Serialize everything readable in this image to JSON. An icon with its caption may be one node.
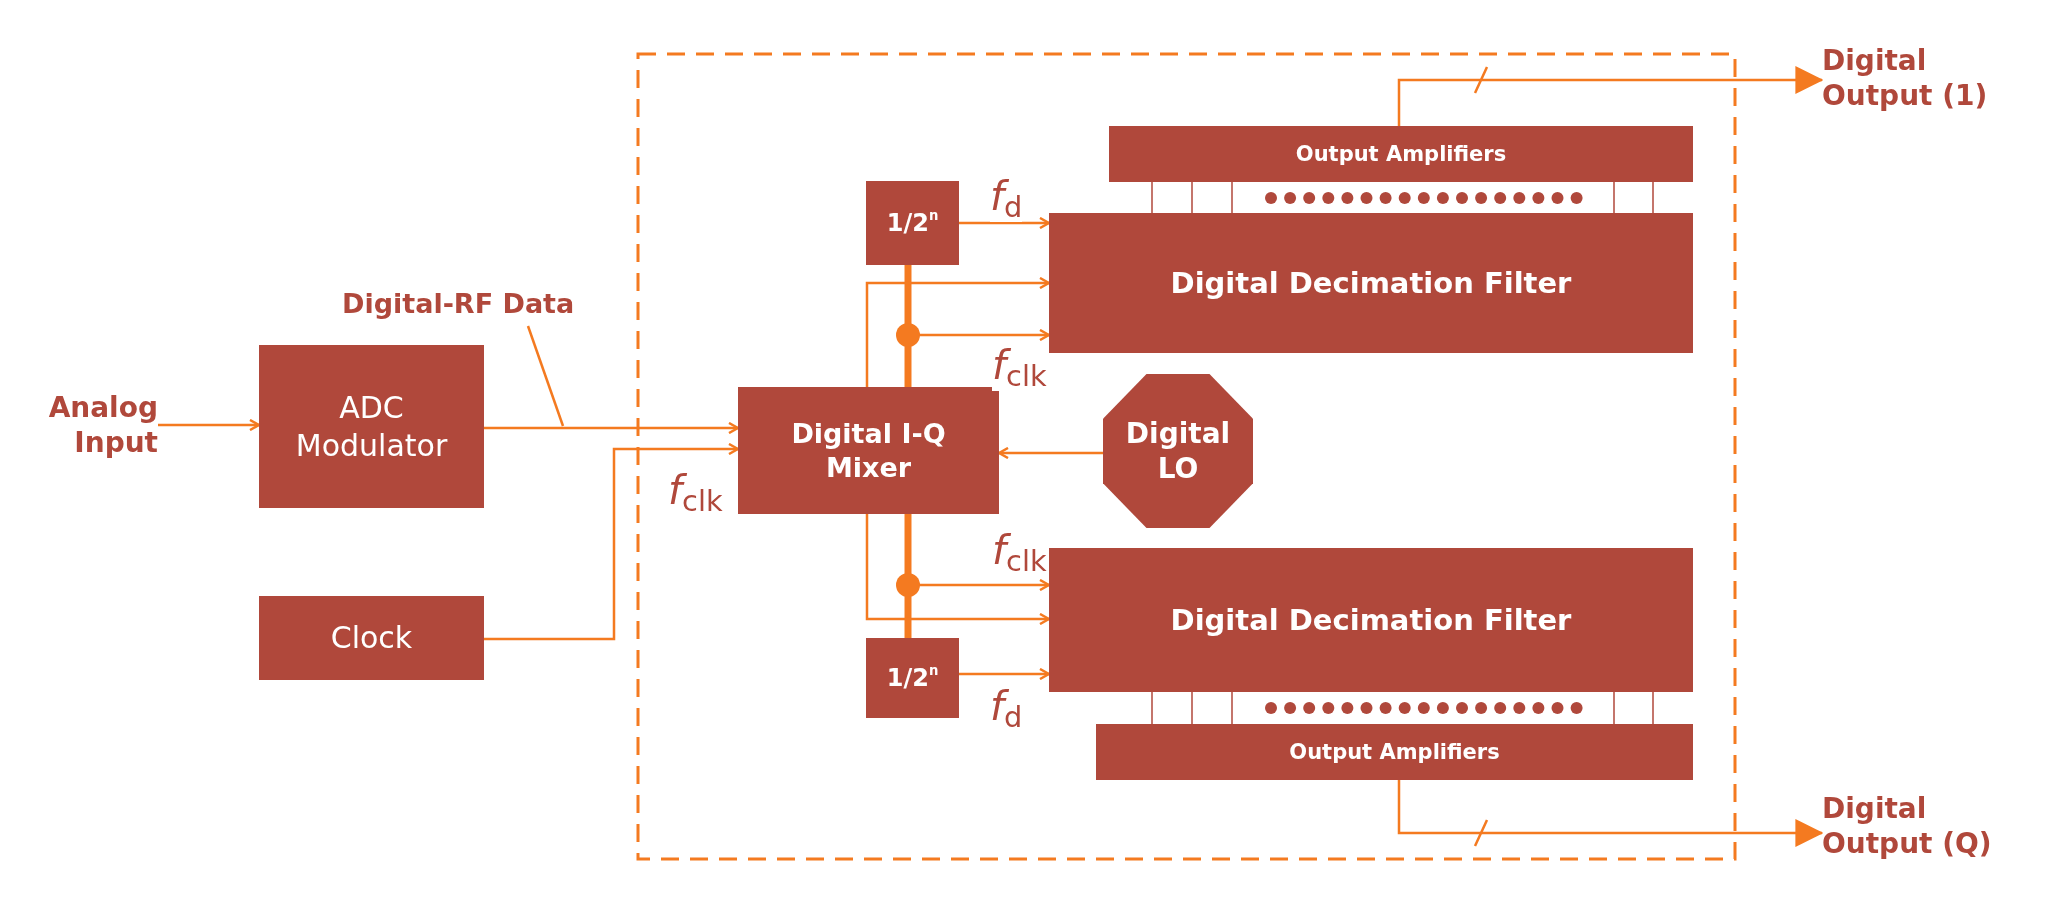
{
  "diagram": {
    "nodes": [
      {
        "text": [
          "Analog Input"
        ]
      },
      {
        "text": [
          "ADC Modulator"
        ]
      },
      {
        "text": [
          "Clock"
        ]
      },
      {
        "text": [],
        "shape": "box"
      },
      {
        "text": [
          "Digital I-Q Mixer"
        ],
        "in": 3
      },
      {
        "text": [
          "1/2$^{n}$"
        ],
        "in": 3
      },
      {
        "text": [
          "Output Amplifiers"
        ],
        "in": 3
      },
      {
        "text": [
          "Digital Decimation Filter"
        ],
        "in": 3
      },
      {
        "text": [
          "Digital LO"
        ],
        "in": 3
      },
      {
        "text": [
          "Digital Decimation Filter"
        ],
        "in": 3
      },
      {
        "text": [
          "Output Amplifiers"
        ],
        "in": 3
      },
      {
        "text": [
          "1/2$^{n}$"
        ],
        "in": 3
      },
      {
        "text": [
          "Digital Output (1)"
        ]
      },
      {
        "text": [
          "Digital Output (Q)"
        ]
      }
    ],
    "edges": [
      {
        "from": 0,
        "to": 1,
        "arrow": "to"
      },
      {
        "from": 1,
        "to": 4,
        "arrow": "to",
        "label": "Digital-RF Data"
      },
      {
        "from": 2,
        "to": 4,
        "arrow": "to",
        "label": "*f*$_{clk}$"
      },
      {
        "from": 8,
        "to": 4,
        "arrow": "to"
      },
      {
        "from": 4,
        "to": 5,
        "arrow": "none",
        "style": "thick"
      },
      {
        "from": 4,
        "to": 7,
        "arrow": "to",
        "label": "*f*$_{clk}$"
      },
      {
        "from": 4,
        "to": 7,
        "arrow": "to"
      },
      {
        "from": 5,
        "to": 7,
        "arrow": "to",
        "label": "*f*$_{d}$"
      },
      {
        "from": 4,
        "to": 11,
        "arrow": "none",
        "style": "thick"
      },
      {
        "from": 4,
        "to": 9,
        "arrow": "to",
        "label": "*f*$_{clk}$"
      },
      {
        "from": 4,
        "to": 9,
        "arrow": "to"
      },
      {
        "from": 11,
        "to": 9,
        "arrow": "to",
        "label": "*f*$_{d}$"
      },
      {
        "from": 6,
        "to": 12,
        "arrow": "to"
      },
      {
        "from": 10,
        "to": 13,
        "arrow": "to"
      },
      {
        "from": 7,
        "to": 6,
        "arrow": "none",
        "color": "#b0483b"
      },
      {
        "from": 7,
        "to": 6,
        "arrow": "none",
        "color": "#b0483b"
      },
      {
        "from": 7,
        "to": 6,
        "arrow": "none",
        "color": "#b0483b"
      },
      {
        "from": 7,
        "to": 6,
        "arrow": "none",
        "color": "#b0483b"
      },
      {
        "from": 7,
        "to": 6,
        "arrow": "none",
        "color": "#b0483b"
      },
      {
        "from": 9,
        "to": 10,
        "arrow": "none",
        "color": "#b0483b"
      },
      {
        "from": 9,
        "to": 10,
        "arrow": "none",
        "color": "#b0483b"
      },
      {
        "from": 9,
        "to": 10,
        "arrow": "none",
        "color": "#b0483b"
      },
      {
        "from": 9,
        "to": 10,
        "arrow": "none",
        "color": "#b0483b"
      },
      {
        "from": 9,
        "to": 10,
        "arrow": "none",
        "color": "#b0483b"
      }
    ]
  }
}
